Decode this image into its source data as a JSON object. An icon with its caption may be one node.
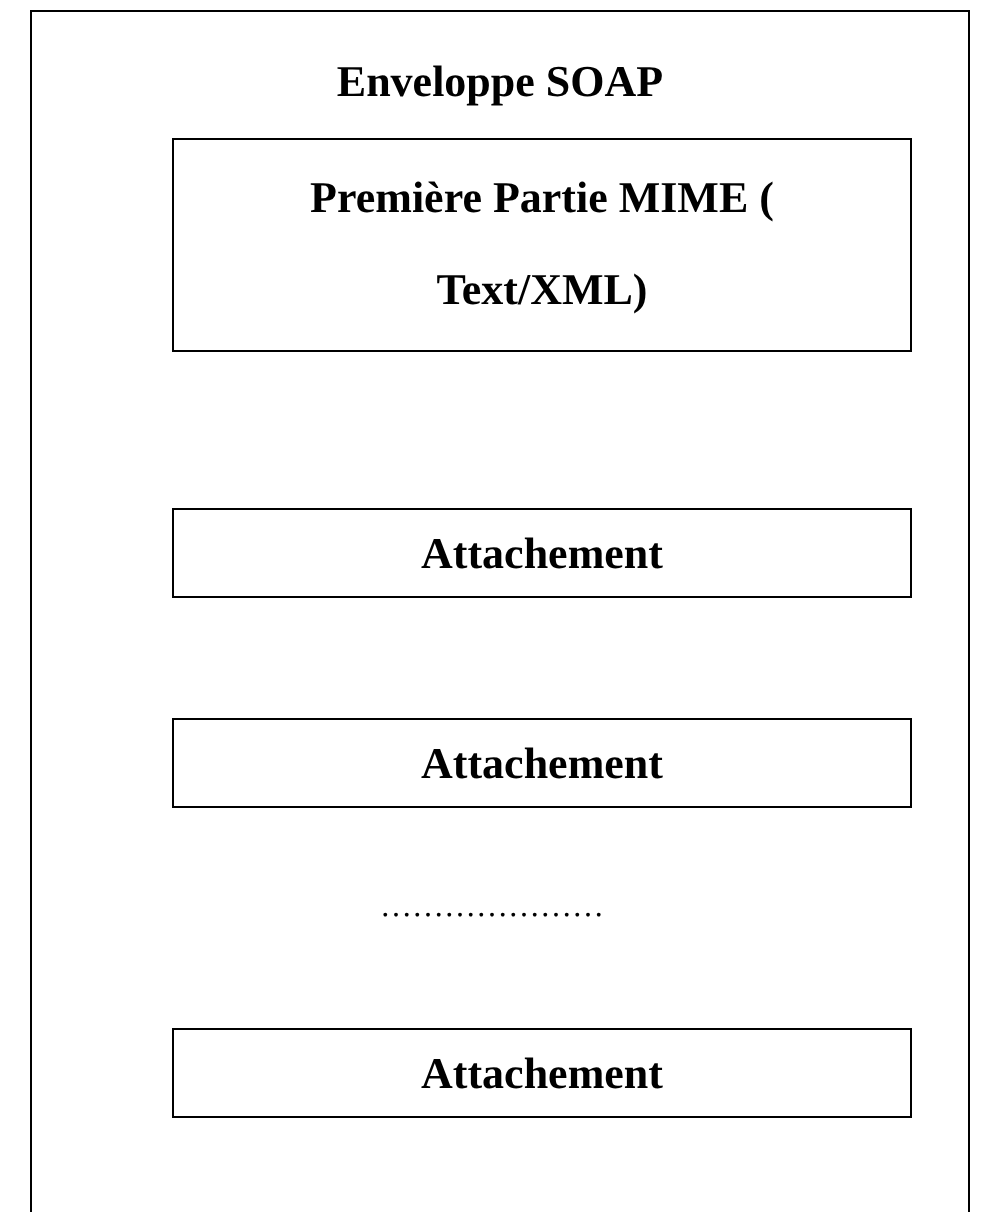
{
  "diagram": {
    "nodes": [
      {
        "text": [
          "Enveloppe SOAP"
        ]
      },
      {
        "text": [
          "Première Partie MIME ( Text/XML)"
        ],
        "in": 0
      },
      {
        "text": [
          "Attachement"
        ],
        "in": 0
      },
      {
        "text": [
          "Attachement"
        ],
        "in": 0
      },
      {
        "text": [
          "Attachement"
        ],
        "in": 0
      }
    ],
    "edges": [],
    "labels": [
      "…………………"
    ]
  }
}
